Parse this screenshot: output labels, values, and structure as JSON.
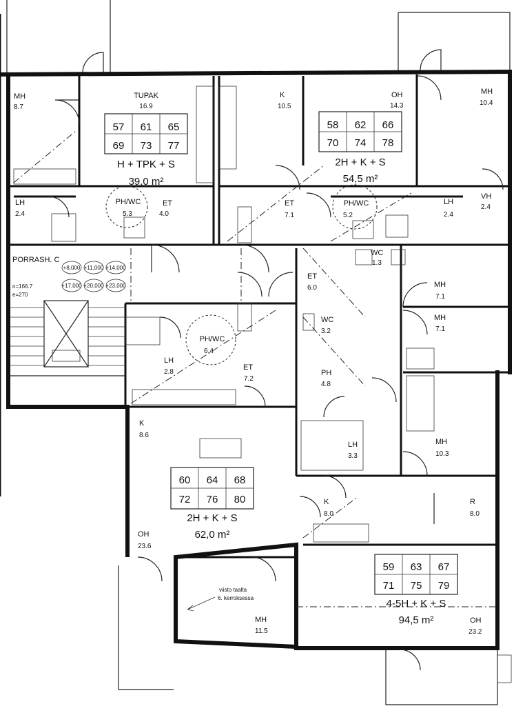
{
  "stair": {
    "label": "PORRASH. C",
    "levels": [
      "n=166.7",
      "e=270"
    ],
    "floors_row1": [
      "+8,000",
      "+11,000",
      "+14,000"
    ],
    "floors_row2": [
      "+17,000",
      "+20,000",
      "+23,000"
    ]
  },
  "apartments": [
    {
      "id": "apt-a",
      "numbers": [
        "57",
        "61",
        "65",
        "69",
        "73",
        "77"
      ],
      "type": "H + TPK + S",
      "area": "39,0 m²"
    },
    {
      "id": "apt-b",
      "numbers": [
        "58",
        "62",
        "66",
        "70",
        "74",
        "78"
      ],
      "type": "2H + K + S",
      "area": "54,5 m²"
    },
    {
      "id": "apt-c",
      "numbers": [
        "60",
        "64",
        "68",
        "72",
        "76",
        "80"
      ],
      "type": "2H + K + S",
      "area": "62,0 m²"
    },
    {
      "id": "apt-d",
      "numbers": [
        "59",
        "63",
        "67",
        "71",
        "75",
        "79"
      ],
      "type": "4-5H + K + S",
      "area": "94,5 m²"
    }
  ],
  "rooms": [
    {
      "name": "MH",
      "area": "8.7"
    },
    {
      "name": "TUPAK",
      "area": "16.9"
    },
    {
      "name": "K",
      "area": "10.5"
    },
    {
      "name": "OH",
      "area": "14.3"
    },
    {
      "name": "MH",
      "area": "10.4"
    },
    {
      "name": "LH",
      "area": "2.4"
    },
    {
      "name": "PH/WC",
      "area": "5.3"
    },
    {
      "name": "ET",
      "area": "4.0"
    },
    {
      "name": "ET",
      "area": "7.1"
    },
    {
      "name": "PH/WC",
      "area": "5.2"
    },
    {
      "name": "LH",
      "area": "2.4"
    },
    {
      "name": "VH",
      "area": "2.4"
    },
    {
      "name": "WC",
      "area": "1.3"
    },
    {
      "name": "ET",
      "area": "6.0"
    },
    {
      "name": "MH",
      "area": "7.1"
    },
    {
      "name": "MH",
      "area": "7.1"
    },
    {
      "name": "WC",
      "area": "3.2"
    },
    {
      "name": "PH/WC",
      "area": "6.4"
    },
    {
      "name": "LH",
      "area": "2.8"
    },
    {
      "name": "ET",
      "area": "7.2"
    },
    {
      "name": "PH",
      "area": "4.8"
    },
    {
      "name": "K",
      "area": "8.6"
    },
    {
      "name": "LH",
      "area": "3.3"
    },
    {
      "name": "MH",
      "area": "10.3"
    },
    {
      "name": "K",
      "area": "8.0"
    },
    {
      "name": "R",
      "area": "8.0"
    },
    {
      "name": "OH",
      "area": "23.6"
    },
    {
      "name": "MH",
      "area": "11.5"
    },
    {
      "name": "OH",
      "area": "23.2"
    }
  ],
  "notes": {
    "view_line1": "viisto taalta",
    "view_line2": "6. kerroksessa"
  }
}
